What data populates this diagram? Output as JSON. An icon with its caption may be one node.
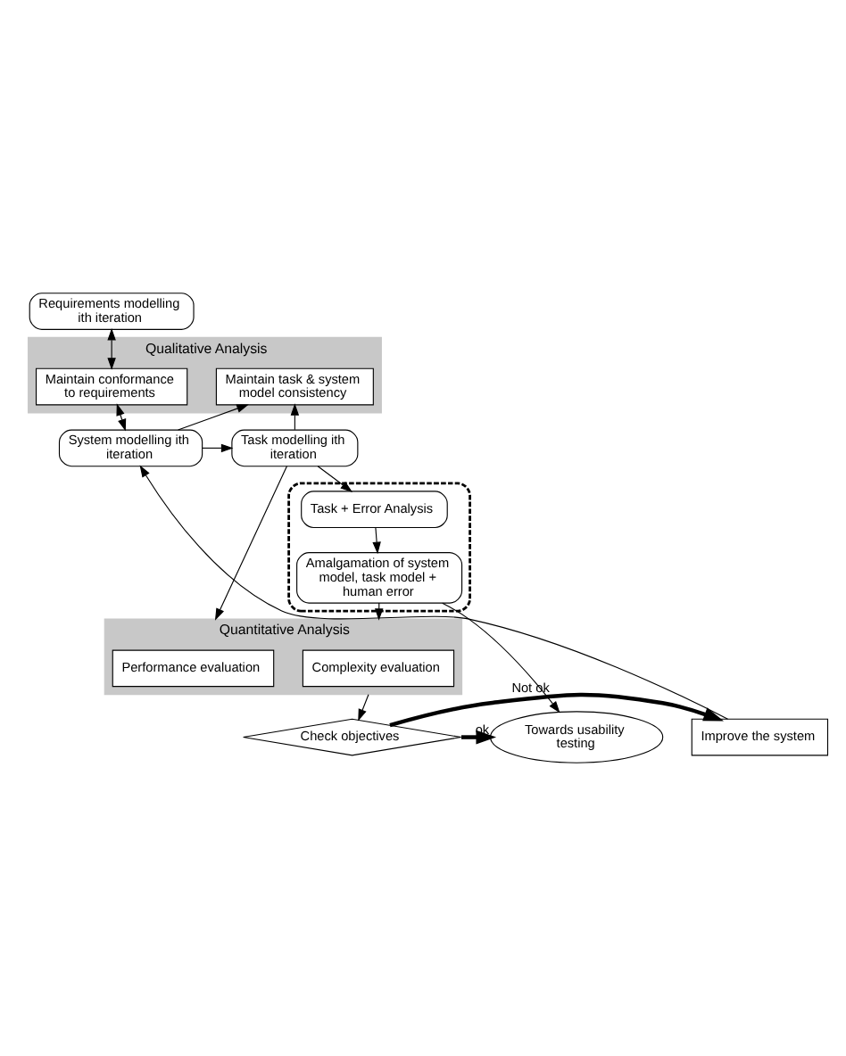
{
  "diagram": {
    "nodes": [
      {
        "text": [
          "Requirements modelling ith iteration"
        ]
      },
      {
        "text": [
          "Qualitative Analysis"
        ]
      },
      {
        "text": [
          "Maintain conformance to requirements"
        ],
        "in": 1
      },
      {
        "text": [
          "Maintain task & system model consistency"
        ],
        "in": 1
      },
      {
        "text": [
          "System modelling ith iteration"
        ]
      },
      {
        "text": [
          "Task modelling ith iteration"
        ]
      },
      {
        "text": [],
        "shape": "box"
      },
      {
        "text": [
          "Task + Error Analysis"
        ],
        "in": 6
      },
      {
        "text": [
          "Amalgamation of system model, task model + human error"
        ],
        "in": 6
      },
      {
        "text": [
          "Quantitative Analysis"
        ]
      },
      {
        "text": [
          "Complexity evaluation"
        ],
        "in": 9
      },
      {
        "text": [
          "Performance evaluation"
        ],
        "in": 9
      },
      {
        "text": [
          "Check objectives"
        ]
      },
      {
        "text": [
          "Improve the system"
        ]
      },
      {
        "text": [
          "Towards usability testing"
        ]
      }
    ],
    "edges": [
      {
        "from": 0,
        "to": 2,
        "arrow": "both"
      },
      {
        "from": 2,
        "to": 4,
        "arrow": "both"
      },
      {
        "from": 4,
        "to": 3,
        "arrow": "to"
      },
      {
        "from": 5,
        "to": 3,
        "arrow": "to"
      },
      {
        "from": 4,
        "to": 5,
        "arrow": "to"
      },
      {
        "from": 5,
        "to": 7,
        "arrow": "to"
      },
      {
        "from": 7,
        "to": 8,
        "arrow": "to"
      },
      {
        "from": 8,
        "to": 9,
        "arrow": "to"
      },
      {
        "from": 5,
        "to": 9,
        "arrow": "to"
      },
      {
        "from": 8,
        "to": 14,
        "arrow": "to"
      },
      {
        "from": 9,
        "to": 12,
        "arrow": "to"
      },
      {
        "from": 12,
        "to": 13,
        "arrow": "to",
        "label": "Not ok",
        "style": "thick"
      },
      {
        "from": 12,
        "to": 14,
        "arrow": "to",
        "label": "ok",
        "style": "thick"
      },
      {
        "from": 13,
        "to": 4,
        "arrow": "to"
      }
    ]
  }
}
